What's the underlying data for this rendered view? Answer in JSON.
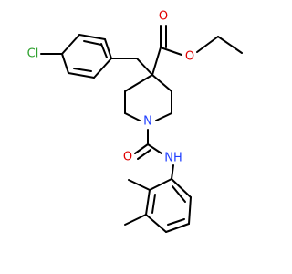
{
  "molecule": {
    "atom_labels": {
      "chlorine": "Cl",
      "ester_carbonyl_oxygen": "O",
      "ester_ether_oxygen": "O",
      "piperidine_nitrogen": "N",
      "amide_carbonyl_oxygen": "O",
      "amide_nh": "NH"
    }
  },
  "colors": {
    "bond": "#000000",
    "chlorine": "#2ca02c",
    "oxygen": "#e00000",
    "nitrogen": "#1f3fff"
  }
}
